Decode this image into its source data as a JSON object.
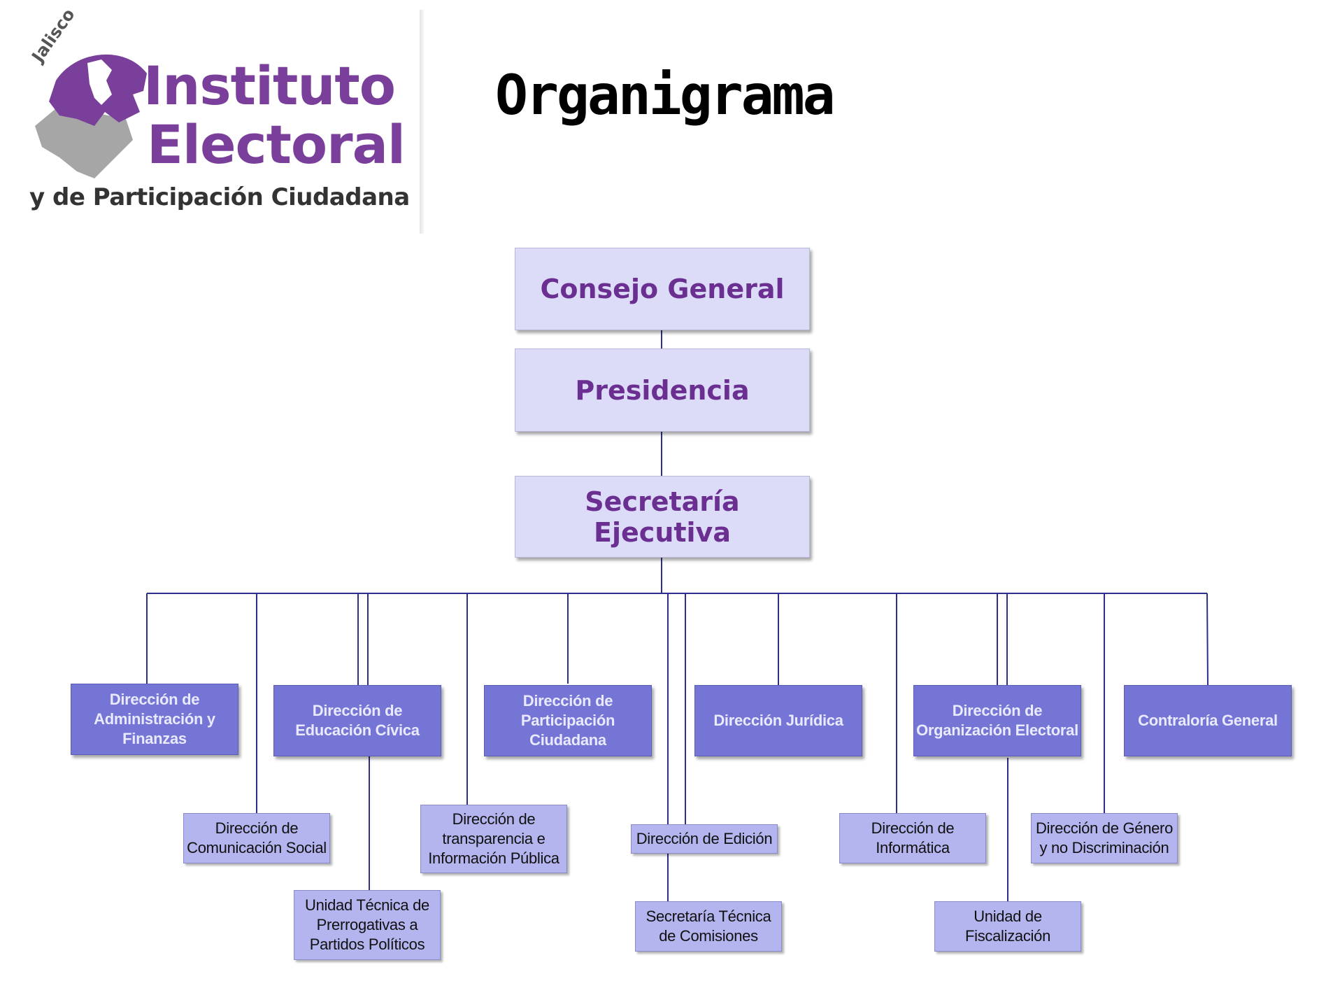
{
  "title": "Organigrama",
  "logo": {
    "line0": "Jalisco",
    "line1": "Instituto",
    "line2": "Electoral",
    "line3": "y de Participación Ciudadana"
  },
  "colors": {
    "top_fill": "#dcdcf8",
    "top_text": "#6a2f91",
    "director_fill": "#7575d6",
    "unit_fill": "#b4b4ee",
    "connector": "#2e2e8a",
    "logo_purple": "#7a3f9a",
    "logo_gray": "#a6a6a6"
  },
  "top": {
    "consejo": "Consejo General",
    "presidencia": "Presidencia",
    "secretaria": "Secretaría Ejecutiva"
  },
  "directions": [
    "Dirección de\nAdministración y\nFinanzas",
    "Dirección de\nEducación Cívica",
    "Dirección de\nParticipación\nCiudadana",
    "Dirección Jurídica",
    "Dirección de\nOrganización Electoral",
    "Contraloría General"
  ],
  "units": [
    "Dirección de\nComunicación Social",
    "Dirección de\ntransparencia e\nInformación Pública",
    "Dirección de Edición",
    "Dirección de\nInformática",
    "Dirección de Género\ny no Discriminación",
    "Unidad Técnica de\nPrerrogativas a\nPartidos Políticos",
    "Secretaría Técnica\nde Comisiones",
    "Unidad de\nFiscalización"
  ]
}
